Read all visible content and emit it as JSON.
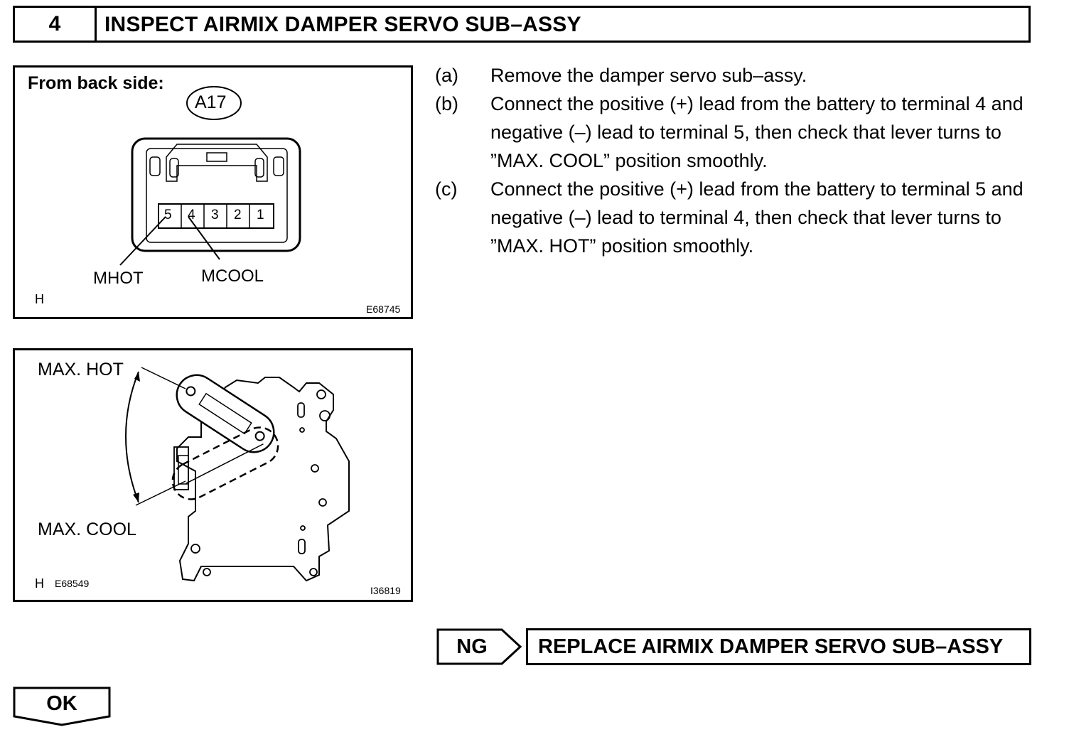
{
  "step": {
    "number": "4",
    "title": "INSPECT AIRMIX DAMPER SERVO SUB–ASSY"
  },
  "figure1": {
    "caption": "From back side:",
    "connector_id": "A17",
    "pins": [
      "5",
      "4",
      "3",
      "2",
      "1"
    ],
    "label_mhot": "MHOT",
    "label_mcool": "MCOOL",
    "corner_mark": "H",
    "figure_code": "E68745"
  },
  "figure2": {
    "label_max_hot": "MAX. HOT",
    "label_max_cool": "MAX. COOL",
    "corner_mark": "H",
    "sub_code": "E68549",
    "figure_code": "I36819"
  },
  "instructions": [
    {
      "key": "(a)",
      "text": "Remove the damper servo sub–assy."
    },
    {
      "key": "(b)",
      "text": "Connect the positive (+) lead from the battery to terminal 4 and negative (–) lead to terminal 5, then check that lever turns to ”MAX. COOL” position smoothly."
    },
    {
      "key": "(c)",
      "text": "Connect the positive (+) lead from the battery to terminal 5 and negative (–) lead to terminal 4, then check that lever turns to ”MAX. HOT” position smoothly."
    }
  ],
  "result_ng": {
    "label": "NG",
    "action": "REPLACE AIRMIX DAMPER SERVO SUB–ASSY"
  },
  "result_ok": {
    "label": "OK"
  }
}
